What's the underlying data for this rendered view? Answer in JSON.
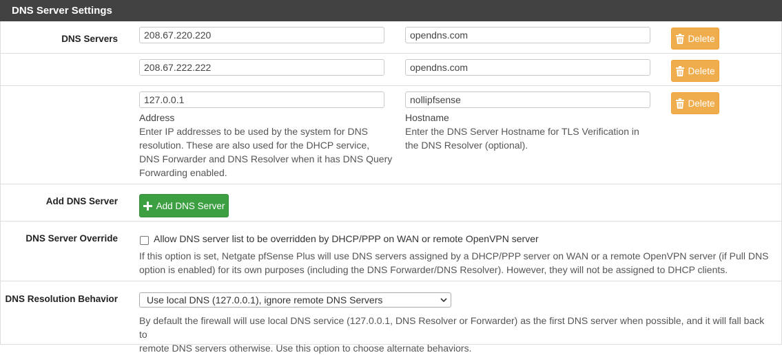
{
  "panel": {
    "title": "DNS Server Settings"
  },
  "dns_servers": {
    "label": "DNS Servers",
    "rows": [
      {
        "address": "208.67.220.220",
        "hostname": "opendns.com",
        "delete_label": "Delete"
      },
      {
        "address": "208.67.222.222",
        "hostname": "opendns.com",
        "delete_label": "Delete"
      },
      {
        "address": "127.0.0.1",
        "hostname": "nollipfsense",
        "delete_label": "Delete"
      }
    ],
    "address_caption": "Address",
    "address_help_lines": [
      "Enter IP addresses to be used by the system for DNS",
      "resolution. These are also used for the DHCP service,",
      "DNS Forwarder and DNS Resolver when it has DNS Query",
      "Forwarding enabled."
    ],
    "hostname_caption": "Hostname",
    "hostname_help_lines": [
      "Enter the DNS Server Hostname for TLS Verification in",
      "the DNS Resolver (optional)."
    ]
  },
  "add_dns_server": {
    "label": "Add DNS Server",
    "button_label": "Add DNS Server"
  },
  "override": {
    "label": "DNS Server Override",
    "checkbox_label": "Allow DNS server list to be overridden by DHCP/PPP on WAN or remote OpenVPN server",
    "checked": false,
    "help_lines": [
      "If this option is set, Netgate pfSense Plus will use DNS servers assigned by a DHCP/PPP server on WAN or a remote OpenVPN server (if Pull DNS",
      "option is enabled) for its own purposes (including the DNS Forwarder/DNS Resolver). However, they will not be assigned to DHCP clients."
    ]
  },
  "resolution": {
    "label": "DNS Resolution Behavior",
    "selected": "Use local DNS (127.0.0.1), ignore remote DNS Servers",
    "help_lines": [
      "By default the firewall will use local DNS service (127.0.0.1, DNS Resolver or Forwarder) as the first DNS server when possible, and it will fall back to",
      "remote DNS servers otherwise. Use this option to choose alternate behaviors."
    ]
  },
  "colors": {
    "heading_bg": "#424242",
    "delete_button": "#f0ad4e",
    "add_button": "#3c9f42"
  },
  "icons": {
    "delete": "trash-icon",
    "add": "plus-icon",
    "select_caret": "chevron-down-icon"
  }
}
